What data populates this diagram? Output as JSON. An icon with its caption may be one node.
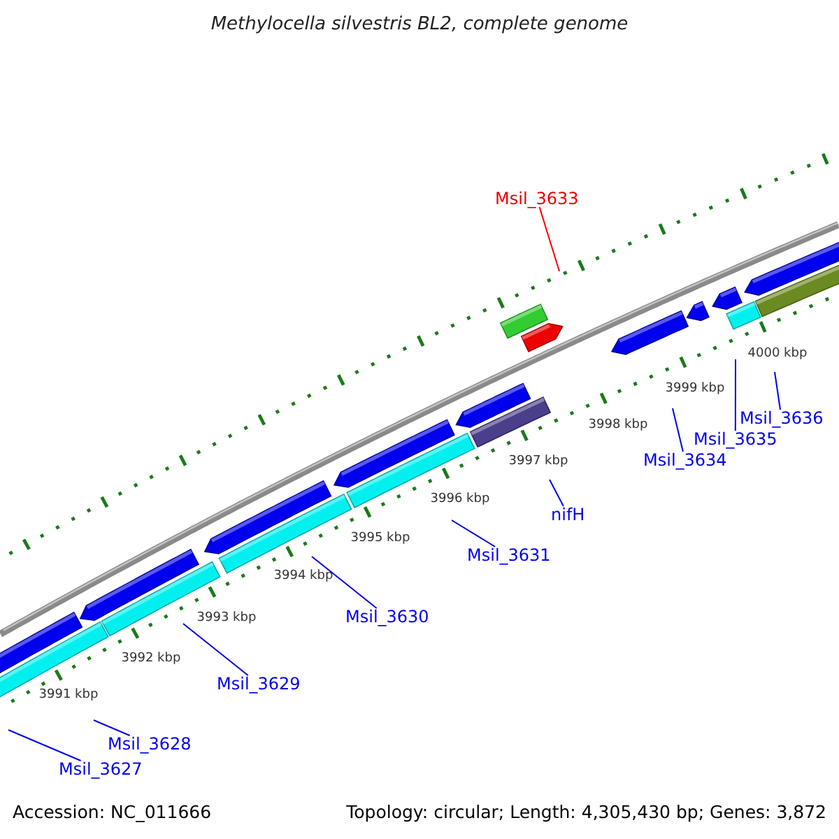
{
  "diagram": {
    "title": "Methylocella silvestris BL2, complete genome",
    "nodes": [
      {
        "text": [
          "Msil_3633"
        ]
      },
      {
        "text": [
          "Msil_3636"
        ]
      },
      {
        "text": [
          "Msil_3635"
        ]
      },
      {
        "text": [
          "Msil_3634"
        ]
      },
      {
        "text": [
          "nifH"
        ]
      },
      {
        "text": [
          "Msil_3631"
        ]
      },
      {
        "text": [
          "Msil_3630"
        ]
      },
      {
        "text": [
          "Msil_3629"
        ]
      },
      {
        "text": [
          "Msil_3628"
        ]
      },
      {
        "text": [
          "Msil_3627"
        ]
      }
    ],
    "edges": [
      {
        "from": 0,
        "to": null,
        "arrow": "none",
        "color": "#ff0000"
      },
      {
        "from": 1,
        "to": null,
        "arrow": "none"
      },
      {
        "from": 2,
        "to": null,
        "arrow": "none"
      },
      {
        "from": 3,
        "to": null,
        "arrow": "none"
      },
      {
        "from": 4,
        "to": null,
        "arrow": "none"
      },
      {
        "from": 5,
        "to": null,
        "arrow": "none"
      },
      {
        "from": 6,
        "to": null,
        "arrow": "none"
      },
      {
        "from": 7,
        "to": null,
        "arrow": "none"
      },
      {
        "from": 8,
        "to": null,
        "arrow": "none"
      },
      {
        "from": 9,
        "to": null,
        "arrow": "none"
      }
    ],
    "labels": [
      "4000 kbp",
      "3999 kbp",
      "3998 kbp",
      "3997 kbp",
      "3996 kbp",
      "3995 kbp",
      "3994 kbp",
      "3993 kbp",
      "3992 kbp",
      "3991 kbp",
      "Accession: NC_011666",
      "Topology: circular; Length: 4,305,430 bp; Genes: 3,872"
    ]
  }
}
